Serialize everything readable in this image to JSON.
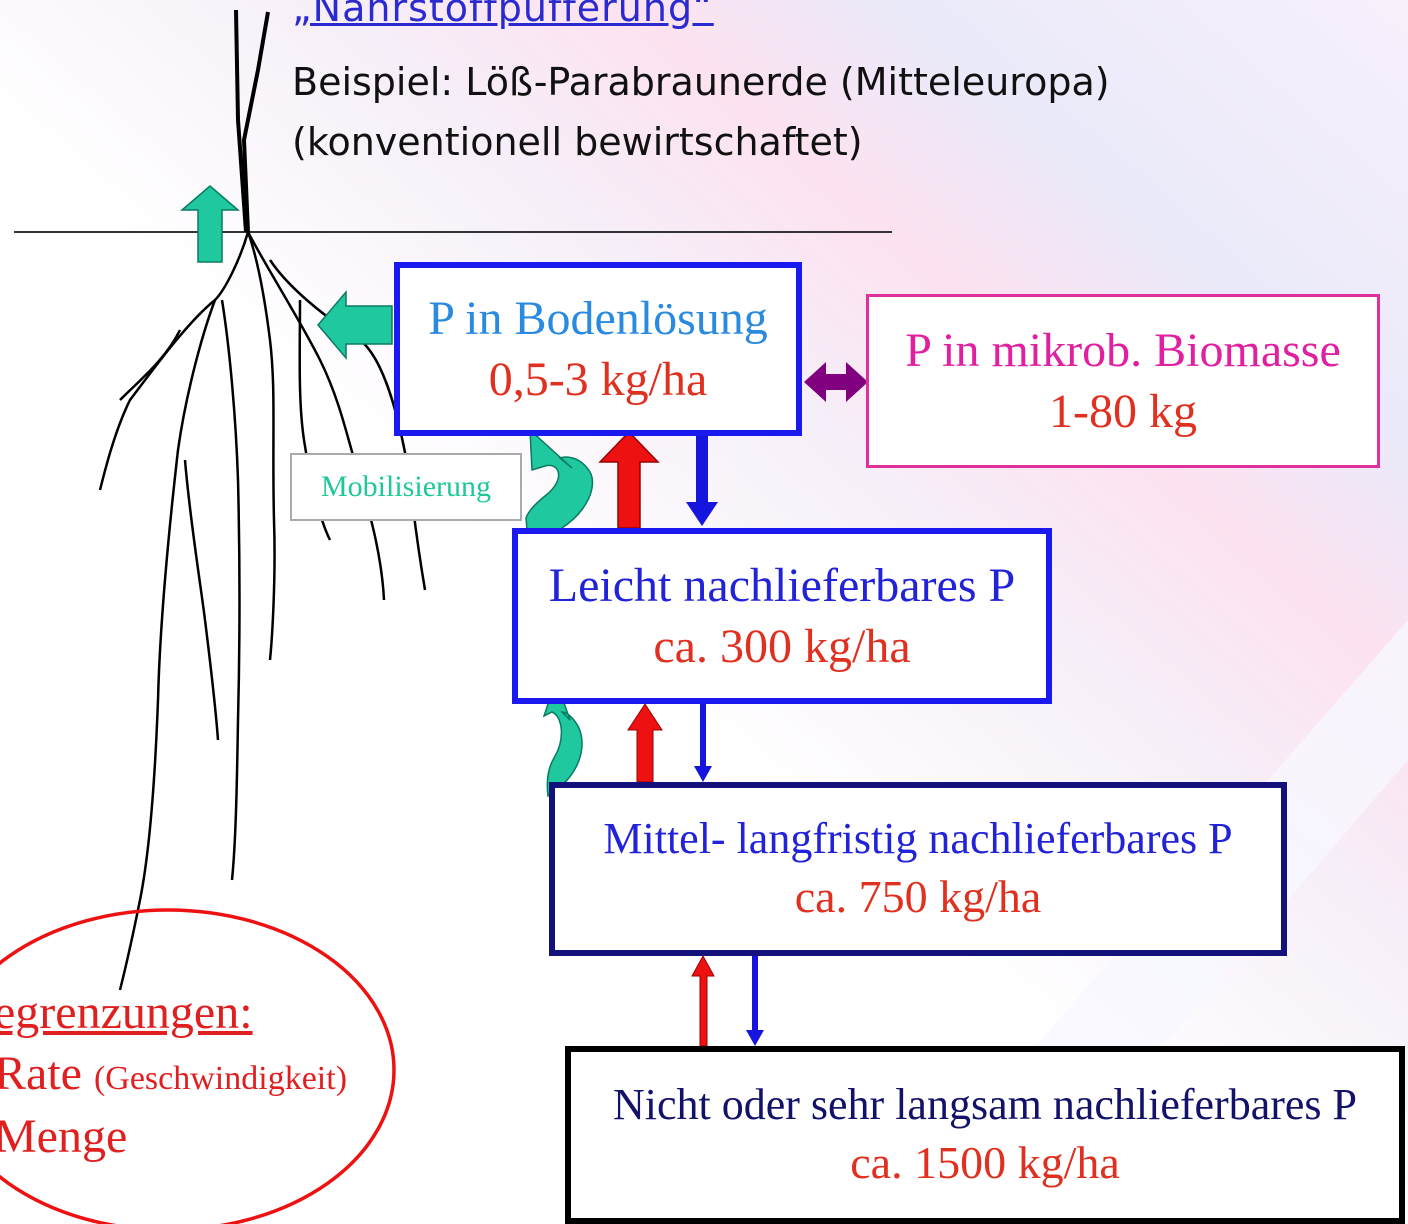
{
  "header": {
    "title": "„Nährstoffpufferung“",
    "line1": "Beispiel: Löß-Parabraunerde (Mitteleuropa)",
    "line2": "(konventionell bewirtschaftet)"
  },
  "pools": {
    "solution": {
      "label": "P in Bodenlösung",
      "amount": "0,5-3 kg/ha"
    },
    "biomass": {
      "label": "P in mikrob. Biomasse",
      "amount": "1-80 kg"
    },
    "leicht": {
      "label": "Leicht nachlieferbares P",
      "amount": "ca. 300 kg/ha"
    },
    "mittel": {
      "label": "Mittel- langfristig nachlieferbares P",
      "amount": "ca. 750 kg/ha"
    },
    "nicht": {
      "label": "Nicht oder sehr langsam nachlieferbares P",
      "amount": "ca. 1500 kg/ha"
    }
  },
  "mobilisation_label": "Mobilisierung",
  "limits": {
    "heading": "egrenzungen:",
    "rate": "Rate",
    "rate_note": "(Geschwindigkeit)",
    "amount": "Menge"
  },
  "colors": {
    "flow_up": "#ee1111",
    "flow_down": "#1515dd",
    "mobilisation": "#20c8a0",
    "exchange": "#800080",
    "ellipse": "#ee1111"
  }
}
